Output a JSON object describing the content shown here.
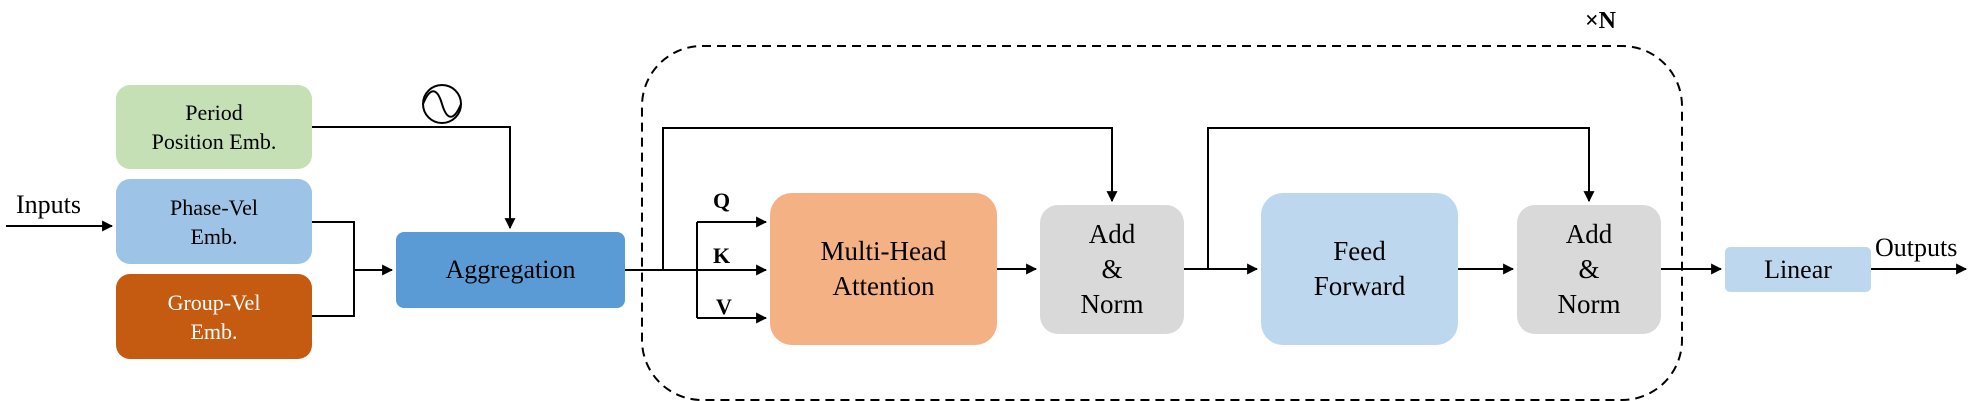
{
  "boxes": {
    "period_embedding": "Period\nPosition Emb.",
    "phase_vel_embedding": "Phase-Vel\nEmb.",
    "group_vel_embedding": "Group-Vel\nEmb.",
    "aggregation": "Aggregation",
    "multi_head_attention": "Multi-Head\nAttention",
    "add_norm_1": "Add\n&\nNorm",
    "feed_forward": "Feed\nForward",
    "add_norm_2": "Add\n&\nNorm",
    "linear": "Linear"
  },
  "labels": {
    "inputs": "Inputs",
    "outputs": "Outputs",
    "q": "Q",
    "k": "K",
    "v": "V",
    "repeat": "×N"
  },
  "icons": {
    "period_symbol": "sine-wave-in-circle-icon"
  },
  "colors": {
    "period": "#c5e0b4",
    "phase_vel": "#9dc3e6",
    "group_vel": "#c55a11",
    "aggregation": "#5b9bd5",
    "attention": "#f4b183",
    "add_norm": "#d9d9d9",
    "feed_forward": "#bdd7ee",
    "linear": "#bdd7ee"
  }
}
